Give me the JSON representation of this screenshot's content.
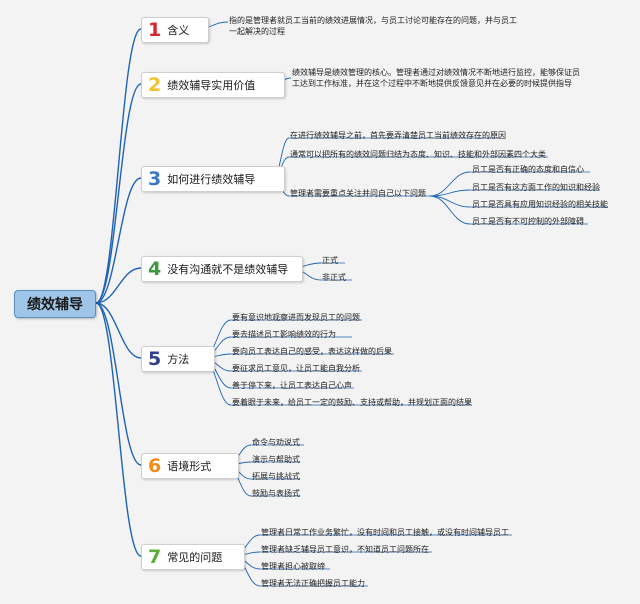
{
  "root": "绩效辅导",
  "colors": {
    "line": "#1f63b5",
    "num1": "#d8262e",
    "num2": "#f1c232",
    "num3": "#3a79c6",
    "num4": "#3e9a3e",
    "num5": "#2f3f8f",
    "num6": "#f28c1b",
    "num7": "#5cab3b"
  },
  "branches": [
    {
      "num": "1",
      "label": "含义"
    },
    {
      "num": "2",
      "label": "绩效辅导实用价值"
    },
    {
      "num": "3",
      "label": "如何进行绩效辅导"
    },
    {
      "num": "4",
      "label": "没有沟通就不是绩效辅导"
    },
    {
      "num": "5",
      "label": "方法"
    },
    {
      "num": "6",
      "label": "语境形式"
    },
    {
      "num": "7",
      "label": "常见的问题"
    }
  ],
  "leaves": {
    "b1": [
      "指的是管理者就员工当前的绩效进展情况，与员工讨论可能存在的问题，并与员工一起解决的过程"
    ],
    "b2": [
      "绩效辅导是绩效管理的核心。管理者通过对绩效情况不断地进行监控，能够保证员工达到工作标准，并在这个过程中不断地提供反馈意见并在必要的时候提供指导"
    ],
    "b3": [
      "在进行绩效辅导之前，首先要弄清楚员工当前绩效存在的原因",
      "通常可以把所有的绩效问题归结为态度、知识、技能和外部因素四个大类",
      "管理者需要重点关注并问自己以下问题"
    ],
    "b3sub": [
      "员工是否有正确的态度和自信心",
      "员工是否有这方面工作的知识和经验",
      "员工是否具有应用知识经验的相关技能",
      "员工是否有不可控制的外部障碍"
    ],
    "b4": [
      "正式",
      "非正式"
    ],
    "b5": [
      "要有意识地观察进而发现员工的问题",
      "要去描述员工影响绩效的行为",
      "要向员工表达自己的感受，表达这样做的后果",
      "要征求员工意见，让员工能自我分析",
      "善于停下来，让员工表达自己心声",
      "要着眼于未来，给员工一定的鼓励、支持或帮助，并规划正面的结果"
    ],
    "b6": [
      "命令与劝说式",
      "演示与帮助式",
      "拓展与挑战式",
      "鼓励与表扬式"
    ],
    "b7": [
      "管理者日常工作业务繁忙，没有时间和员工接触，或没有时间辅导员工",
      "管理者缺乏辅导员工意识，不知道员工问题所在",
      "管理者担心被取缔",
      "管理者无法正确把握员工能力"
    ]
  }
}
